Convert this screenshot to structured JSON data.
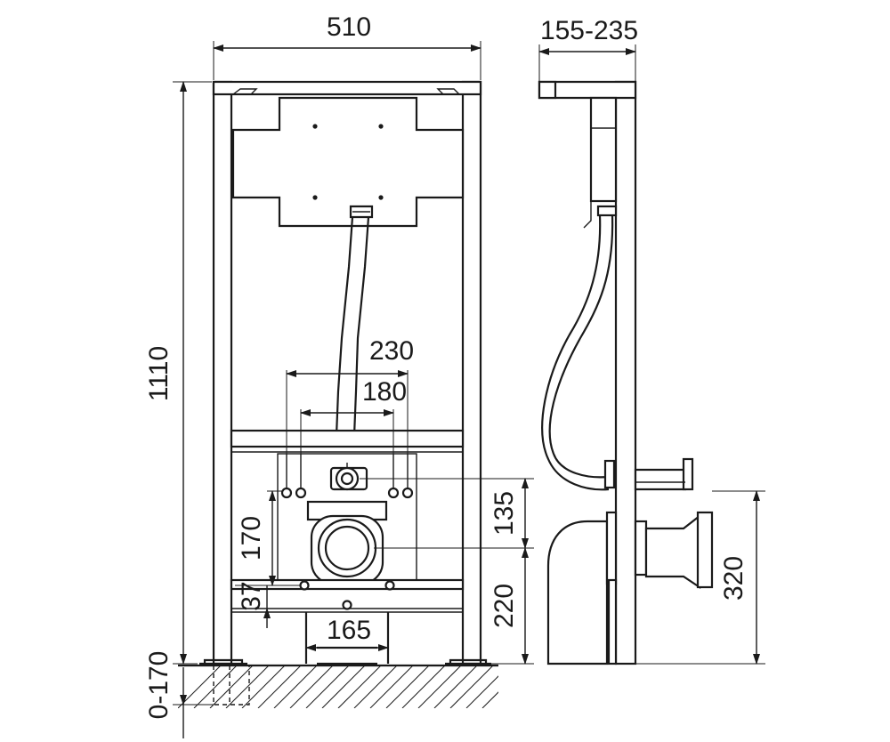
{
  "dimensions": {
    "frame_width": "510",
    "frame_height": "1110",
    "depth": "155-235",
    "pipe_spacing_outer": "230",
    "pipe_spacing_inner": "180",
    "inlet_to_outlet": "135",
    "outlet_height_front": "170",
    "outlet_to_floor": "220",
    "offset_37": "37",
    "foot_width": "165",
    "leg_adjust": "0-170",
    "outlet_height_side": "320"
  },
  "colors": {
    "line": "#1a1a1a",
    "background": "#ffffff"
  }
}
